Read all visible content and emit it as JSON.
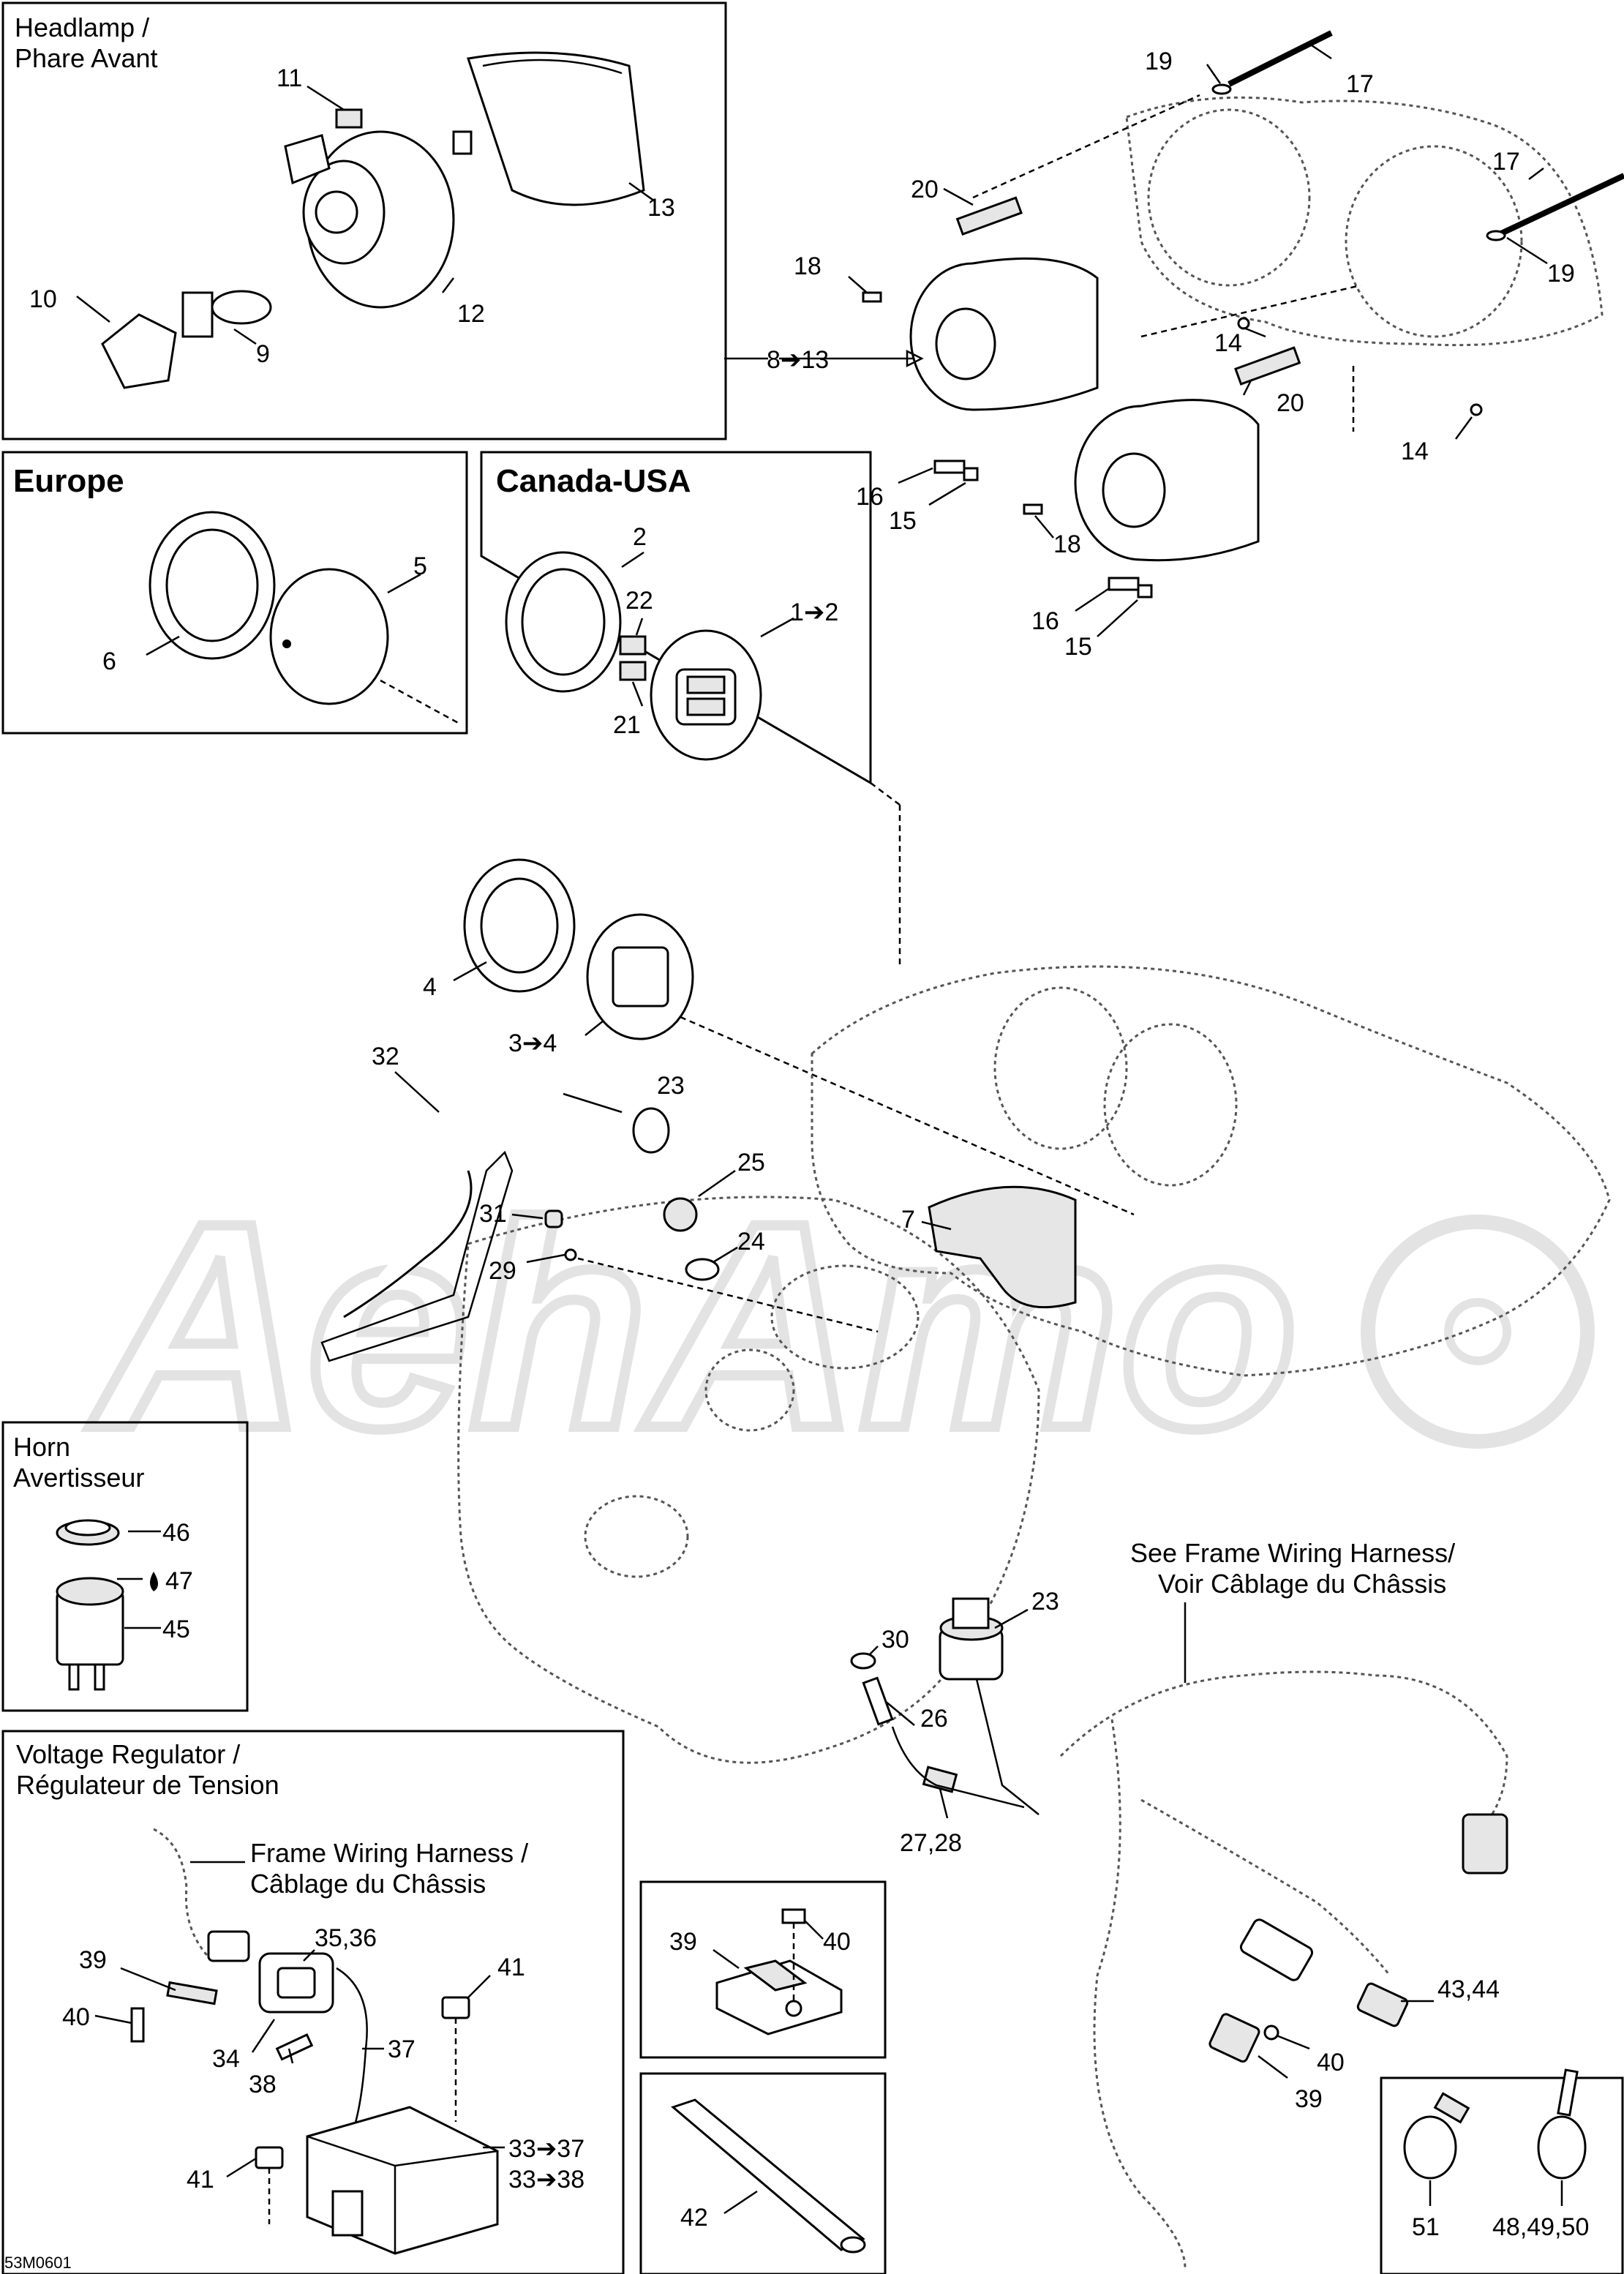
{
  "watermark": "AehAmo",
  "drawing_code": "53M0601",
  "boxes": {
    "headlamp": {
      "title_line1": "Headlamp /",
      "title_line2": "Phare Avant"
    },
    "europe": {
      "title": "Europe"
    },
    "canada_usa": {
      "title": "Canada-USA"
    },
    "horn": {
      "title_line1": "Horn",
      "title_line2": "Avertisseur"
    },
    "voltage_regulator": {
      "title_line1": "Voltage Regulator /",
      "title_line2": "Régulateur de Tension"
    }
  },
  "notes": {
    "frame_harness_main_line1": "See Frame Wiring Harness/",
    "frame_harness_main_line2": "Voir Câblage du Châssis",
    "frame_harness_reg_line1": "Frame Wiring Harness /",
    "frame_harness_reg_line2": "Câblage du Châssis"
  },
  "callouts": {
    "c11": "11",
    "c13": "13",
    "c12": "12",
    "c10": "10",
    "c9": "9",
    "c17a": "17",
    "c19a": "19",
    "c17b": "17",
    "c19b": "19",
    "c20a": "20",
    "c18a": "18",
    "c8to13": "8➔13",
    "c14a": "14",
    "c20b": "20",
    "c14b": "14",
    "c16a": "16",
    "c15a": "15",
    "c18b": "18",
    "c16b": "16",
    "c15b": "15",
    "c5": "5",
    "c6": "6",
    "c2": "2",
    "c22": "22",
    "c1to2": "1➔2",
    "c21": "21",
    "c4": "4",
    "c3to4": "3➔4",
    "c23a": "23",
    "c25": "25",
    "c24": "24",
    "c32": "32",
    "c31": "31",
    "c29": "29",
    "c7": "7",
    "c46": "46",
    "c47": "47",
    "c45": "45",
    "c23b": "23",
    "c30": "30",
    "c26": "26",
    "c27_28": "27,28",
    "c39a": "39",
    "c40a": "40",
    "c35_36": "35,36",
    "c41a": "41",
    "c34": "34",
    "c37": "37",
    "c38": "38",
    "c41b": "41",
    "c33to37": "33➔37",
    "c33to38": "33➔38",
    "c39b": "39",
    "c40b": "40",
    "c42": "42",
    "c43_44": "43,44",
    "c40c": "40",
    "c39c": "39",
    "c51": "51",
    "c48_49_50": "48,49,50"
  }
}
